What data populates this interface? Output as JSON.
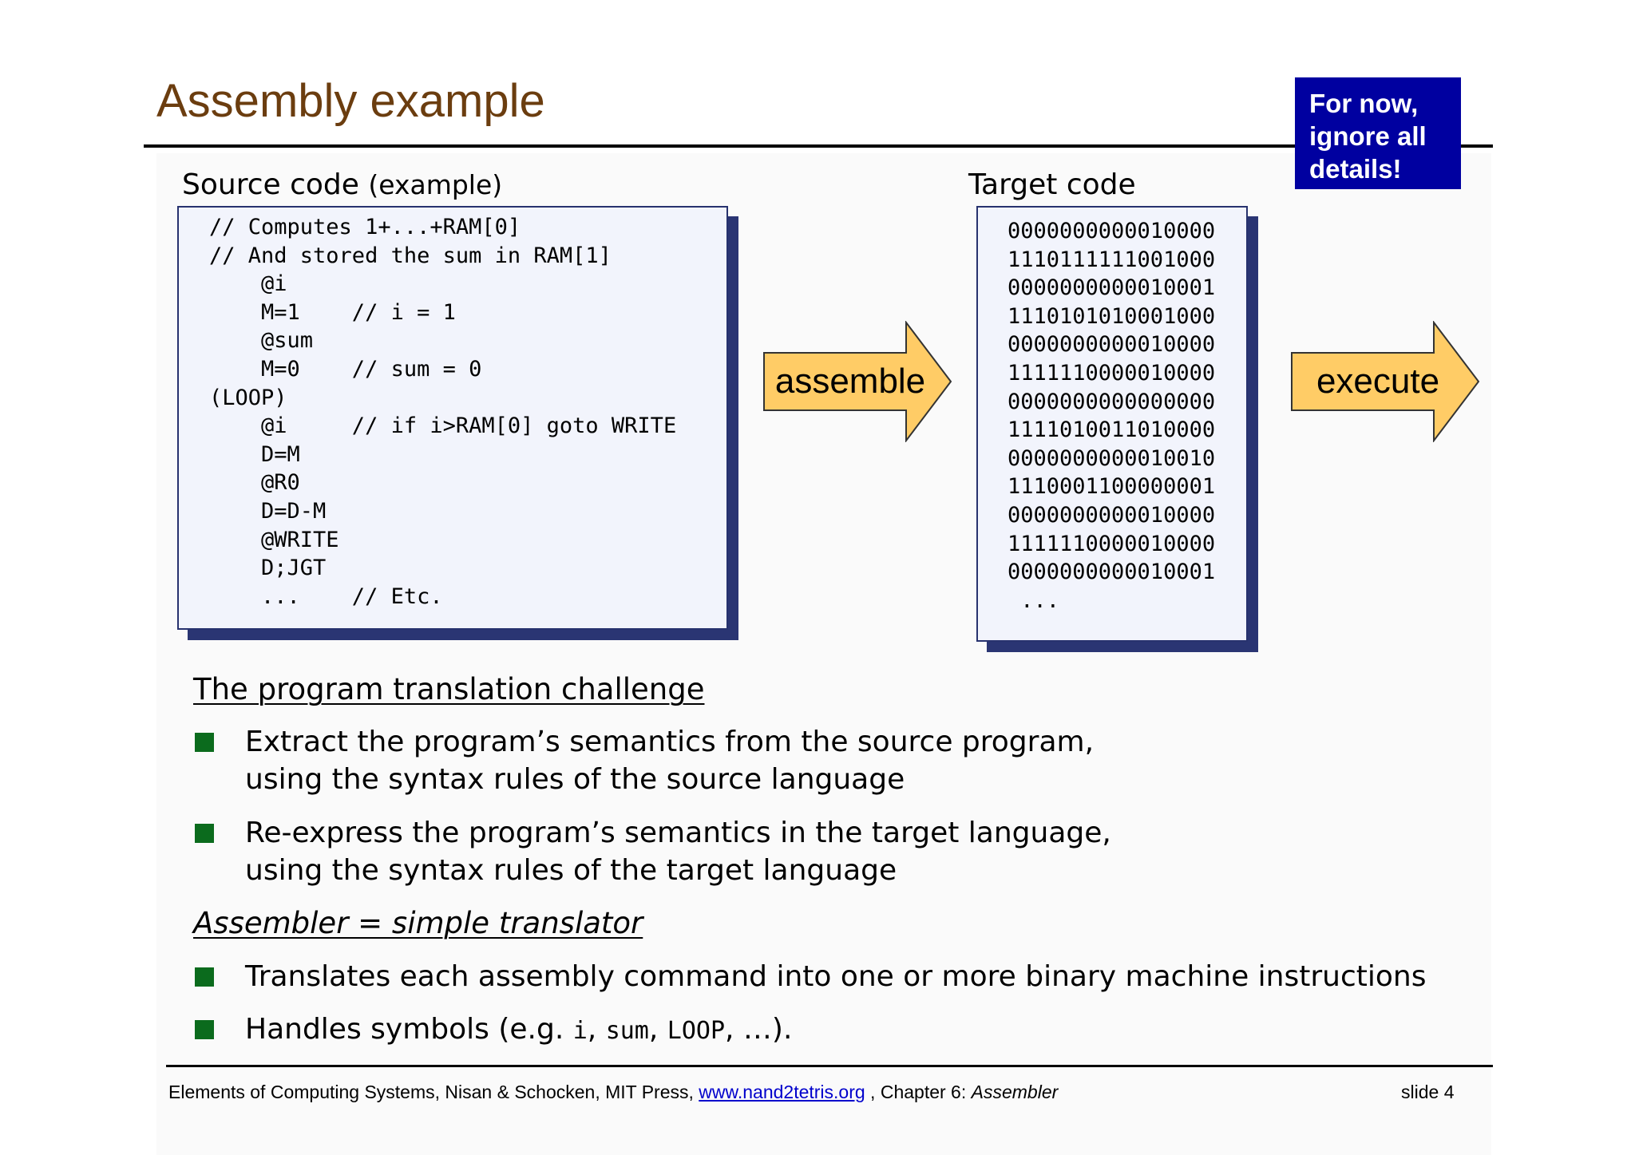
{
  "title": "Assembly example",
  "note": {
    "lines": [
      "For now,",
      "ignore all",
      "details!"
    ],
    "bg_color": "#0000a0"
  },
  "source": {
    "caption": "Source code",
    "caption_paren": "(example)",
    "lines": [
      "// Computes 1+...+RAM[0]",
      "// And stored the sum in RAM[1]",
      "    @i",
      "    M=1    // i = 1",
      "    @sum",
      "    M=0    // sum = 0",
      "(LOOP)",
      "    @i     // if i>RAM[0] goto WRITE",
      "    D=M",
      "    @R0",
      "    D=D-M",
      "    @WRITE",
      "    D;JGT",
      "    ...    // Etc."
    ]
  },
  "target": {
    "caption": "Target code",
    "lines": [
      "0000000000010000",
      "1110111111001000",
      "0000000000010001",
      "1110101010001000",
      "0000000000010000",
      "1111110000010000",
      "0000000000000000",
      "1111010011010000",
      "0000000000010010",
      "1110001100000001",
      "0000000000010000",
      "1111110000010000",
      "0000000000010001",
      " ..."
    ]
  },
  "arrows": {
    "assemble": "assemble",
    "execute": "execute",
    "fill_color": "#ffcc66",
    "stroke_color": "#333333"
  },
  "challenge": {
    "heading": "The program translation challenge",
    "bullets": [
      {
        "line1": "Extract the program’s semantics from the source program,",
        "line2": "using the syntax rules of the source language"
      },
      {
        "line1": "Re-express the program’s semantics in the target language,",
        "line2": "using the syntax rules of the target language"
      }
    ]
  },
  "assembler": {
    "heading": "Assembler = simple translator",
    "bullet1": "Translates each assembly command into one or more binary machine instructions",
    "bullet2": {
      "prefix": "Handles symbols (e.g. ",
      "sym1": "i",
      "sep1": ", ",
      "sym2": "sum",
      "sep2": ", ",
      "sym3": "LOOP",
      "suffix": ", …)."
    }
  },
  "footer": {
    "text_before": "Elements of Computing Systems, Nisan & Schocken, MIT Press, ",
    "link": "www.nand2tetris.org",
    "text_after": " , Chapter 6: ",
    "chapter": "Assembler",
    "slide": "slide 4"
  },
  "colors": {
    "title": "#6b3d0f",
    "bullet": "#0b6b1d",
    "box_shadow": "#2a3573"
  }
}
